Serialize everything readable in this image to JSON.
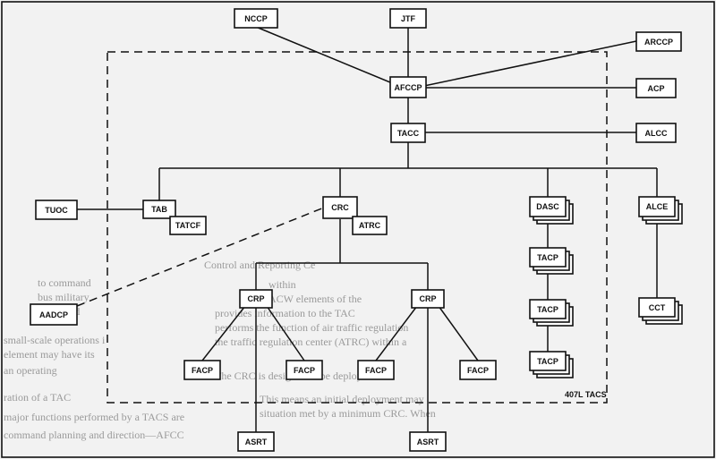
{
  "diagram": {
    "frame_label": "407L TACS",
    "nodes": {
      "nccp": "NCCP",
      "jtf": "JTF",
      "arccp": "ARCCP",
      "afccp": "AFCCP",
      "acp": "ACP",
      "tacc": "TACC",
      "alcc": "ALCC",
      "tuoc": "TUOC",
      "tab": "TAB",
      "tatcf": "TATCF",
      "crc": "CRC",
      "atrc": "ATRC",
      "dasc": "DASC",
      "alce": "ALCE",
      "aadcp": "AADCP",
      "tacp1": "TACP",
      "tacp2": "TACP",
      "tacp3": "TACP",
      "cct": "CCT",
      "crp1": "CRP",
      "crp2": "CRP",
      "facp1": "FACP",
      "facp2": "FACP",
      "facp3": "FACP",
      "facp4": "FACP",
      "asrt1": "ASRT",
      "asrt2": "ASRT"
    }
  },
  "background_text": [
    "Control and Reporting Ce",
    "to command",
    "bus military",
    "supported",
    "small-scale operations i",
    "element may have its",
    "an operating",
    "ration of a TAC",
    "major functions performed by a TACS are",
    "command planning and direction—AFCC",
    "within",
    "ACW elements of the",
    "provides information to the TAC",
    "performs the function of air traffic regulation",
    "the traffic regulation center (ATRC) within a",
    "The CRC is designed to be deployed",
    "This means an initial deployment may",
    "situation met by a minimum CRC. When"
  ]
}
